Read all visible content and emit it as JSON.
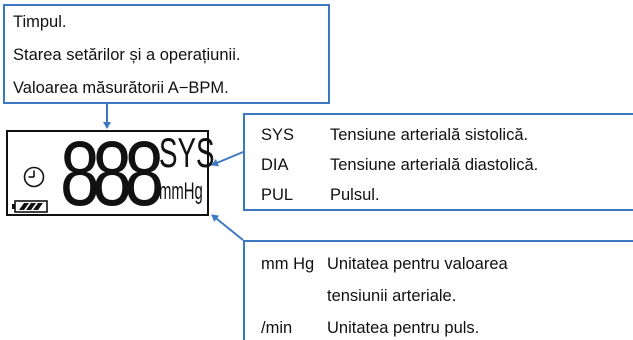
{
  "top_box": {
    "lines": [
      "Timpul.",
      "Starea setărilor și a operațiunii.",
      "Valoarea măsurătorii A−BPM."
    ]
  },
  "display": {
    "digits": "888",
    "sys_label": "SYS",
    "unit_label": "mmHg"
  },
  "right_top_box": {
    "rows": [
      {
        "code": "SYS",
        "desc": "Tensiune arterială sistolică."
      },
      {
        "code": "DIA",
        "desc": "Tensiune arterială diastolică."
      },
      {
        "code": "PUL",
        "desc": "Pulsul."
      }
    ]
  },
  "right_bottom_box": {
    "rows": [
      {
        "code": "mm Hg",
        "desc": "Unitatea pentru valoarea"
      },
      {
        "code": "",
        "desc": "tensiunii arteriale."
      },
      {
        "code": "/min",
        "desc": "Unitatea pentru puls."
      }
    ]
  },
  "colors": {
    "accent": "#3d79c2"
  }
}
